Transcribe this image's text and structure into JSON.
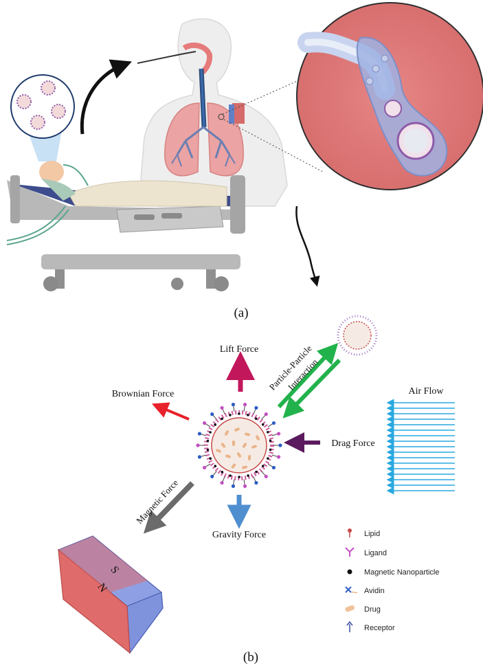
{
  "panel_a": {
    "caption": "(a)"
  },
  "panel_b": {
    "caption": "(b)",
    "forces": {
      "lift": "Lift Force",
      "brownian": "Brownian Force",
      "particle_interaction_line1": "Particle-Particle",
      "particle_interaction_line2": "Interaction",
      "air_flow": "Air Flow",
      "drag": "Drag Force",
      "magnetic": "Magnetic Force",
      "gravity": "Gravity Force"
    },
    "magnet": {
      "pole_s": "S",
      "pole_n": "N"
    },
    "legend": [
      {
        "label": "Lipid",
        "icon": "lipid-icon"
      },
      {
        "label": "Ligand",
        "icon": "ligand-icon"
      },
      {
        "label": "Magnetic Nanoparticle",
        "icon": "magnetic-nanoparticle-icon"
      },
      {
        "label": "Avidin",
        "icon": "avidin-icon"
      },
      {
        "label": "Drug",
        "icon": "drug-icon"
      },
      {
        "label": "Receptor",
        "icon": "receptor-icon"
      }
    ],
    "colors": {
      "lift": "#c2185b",
      "brownian": "#e8212b",
      "interaction": "#22b24c",
      "drag": "#5b1a5e",
      "gravity": "#4f8fd0",
      "magnetic": "#6b6b6b",
      "air_flow": "#29a8e0",
      "magnet_s": "#6f86d6",
      "magnet_n": "#e06b6b"
    }
  }
}
